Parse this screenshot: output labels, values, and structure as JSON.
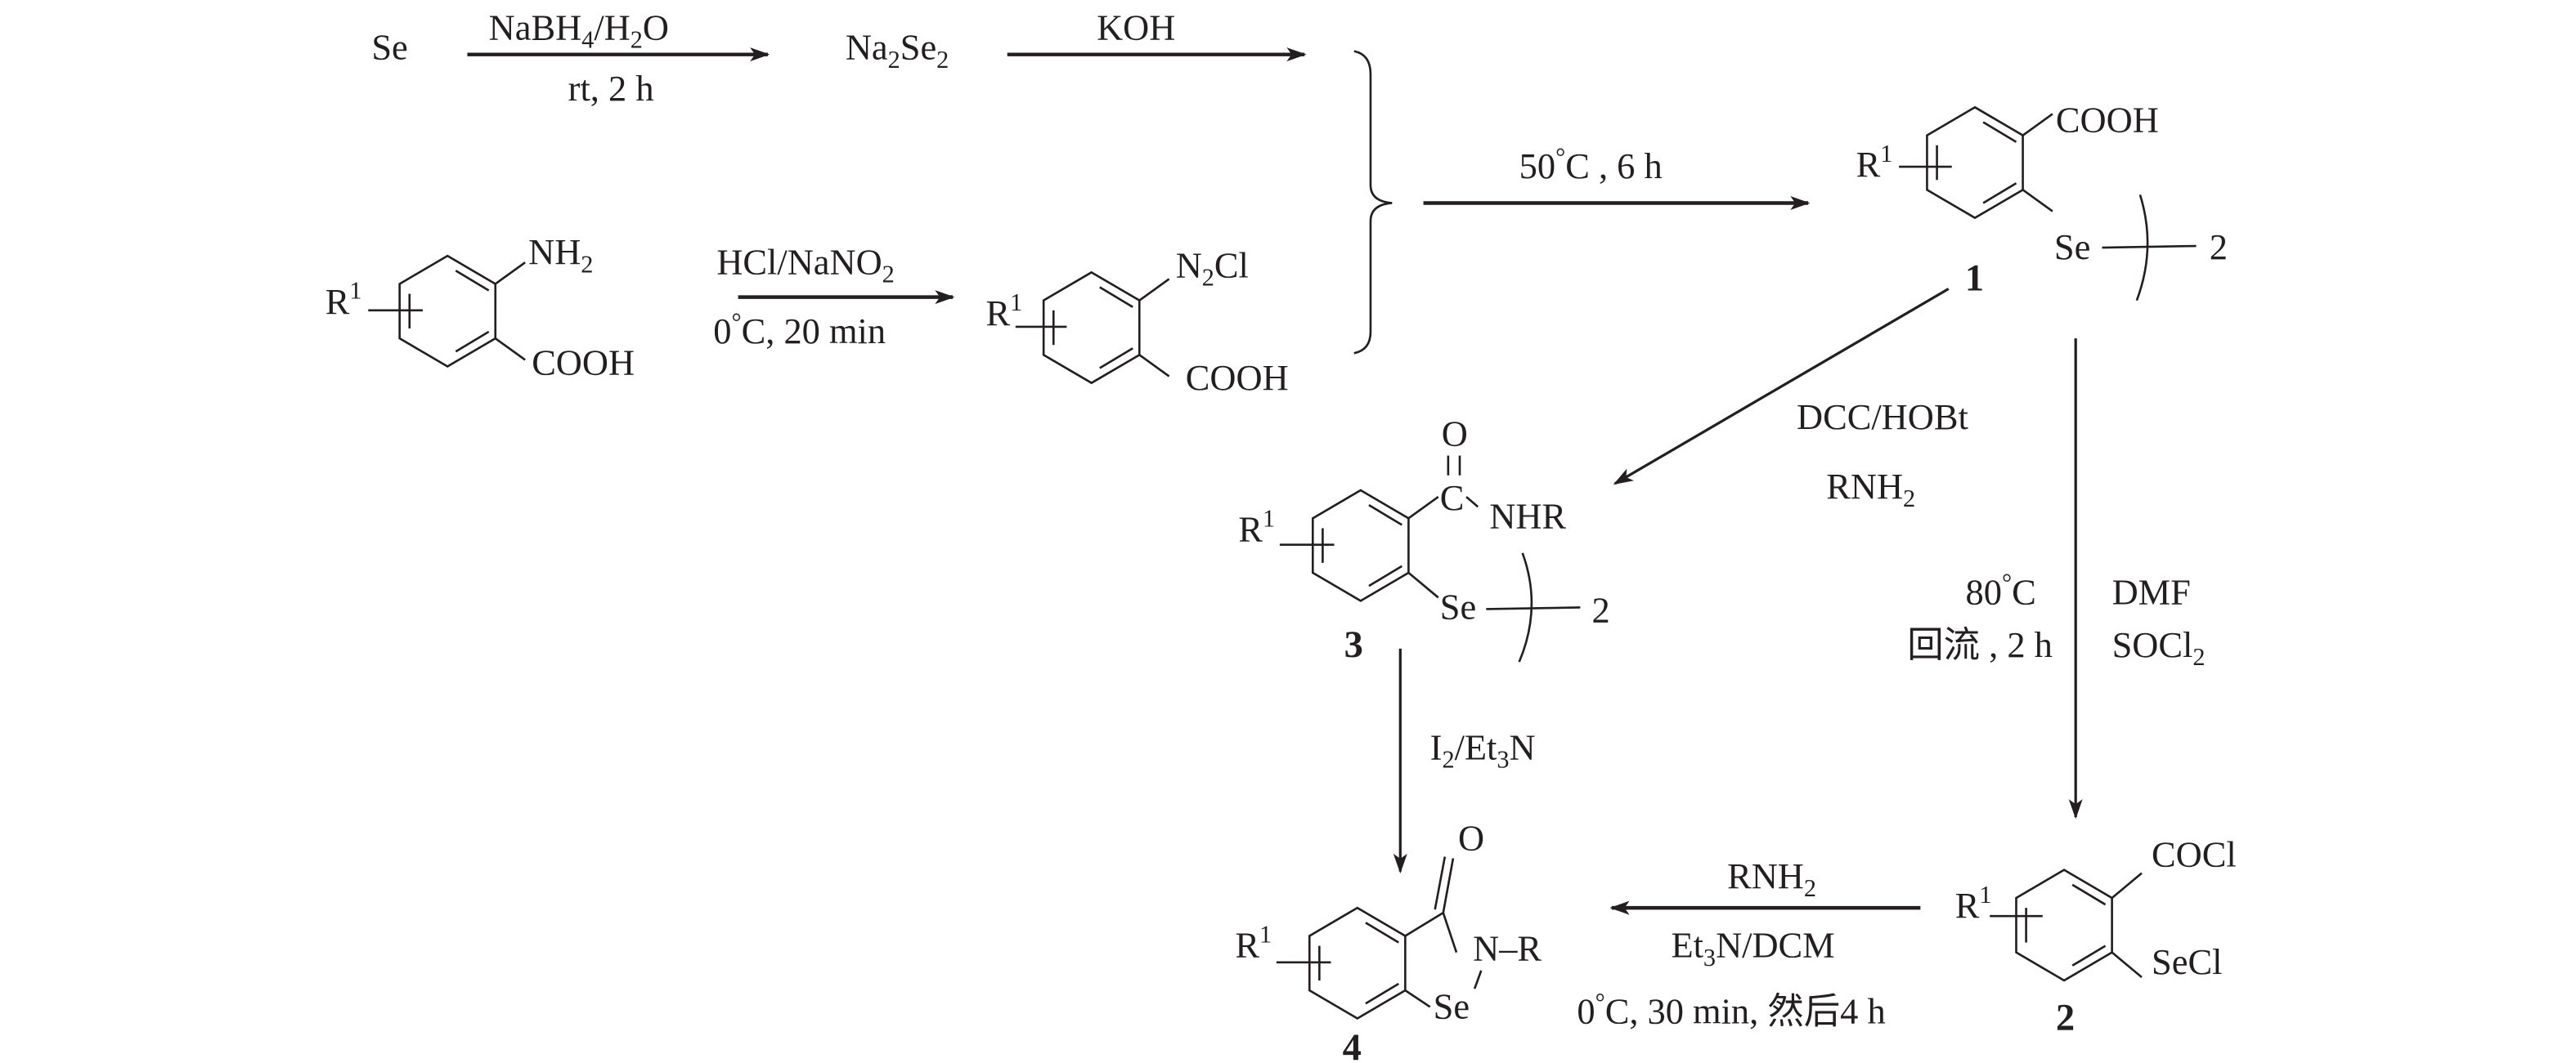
{
  "scheme": {
    "step1": {
      "reactant": "Se",
      "reagent_above": "NaBH4/H2O",
      "condition_below": "rt, 2 h",
      "product": "Na2Se2"
    },
    "step2": {
      "reagent_above": "KOH"
    },
    "step3": {
      "reactant_substituents": {
        "r": "R",
        "r_sup": "1",
        "top": "NH2",
        "bottom": "COOH"
      },
      "reagent_above": "HCl/NaNO2",
      "condition_below": "0℃, 20 min",
      "product_substituents": {
        "r": "R",
        "r_sup": "1",
        "top": "N2Cl",
        "bottom": "COOH"
      }
    },
    "step4": {
      "condition_above": "50℃, 6 h"
    },
    "compound1": {
      "r": "R",
      "r_sup": "1",
      "top": "COOH",
      "se": "Se",
      "multiplier": "2",
      "label": "1"
    },
    "step5": {
      "reagent1": "DCC/HOBt",
      "reagent2": "RNH2"
    },
    "compound3": {
      "r": "R",
      "r_sup": "1",
      "o": "O",
      "c": "C",
      "nhr": "NHR",
      "se": "Se",
      "multiplier": "2",
      "label": "3"
    },
    "step6": {
      "reagent": "I2/Et3N"
    },
    "step7": {
      "cond1": "80℃",
      "cond2": "回流 , 2 h",
      "reagent1": "DMF",
      "reagent2": "SOCl2"
    },
    "compound2": {
      "r": "R",
      "r_sup": "1",
      "top": "COCl",
      "bottom": "SeCl",
      "label": "2"
    },
    "step8": {
      "reagent1": "RNH2",
      "reagent2": "Et3N/DCM",
      "condition": "0℃, 30 min, 然后4 h"
    },
    "compound4": {
      "r": "R",
      "r_sup": "1",
      "o": "O",
      "nr": "N–R",
      "se": "Se",
      "label": "4"
    }
  }
}
